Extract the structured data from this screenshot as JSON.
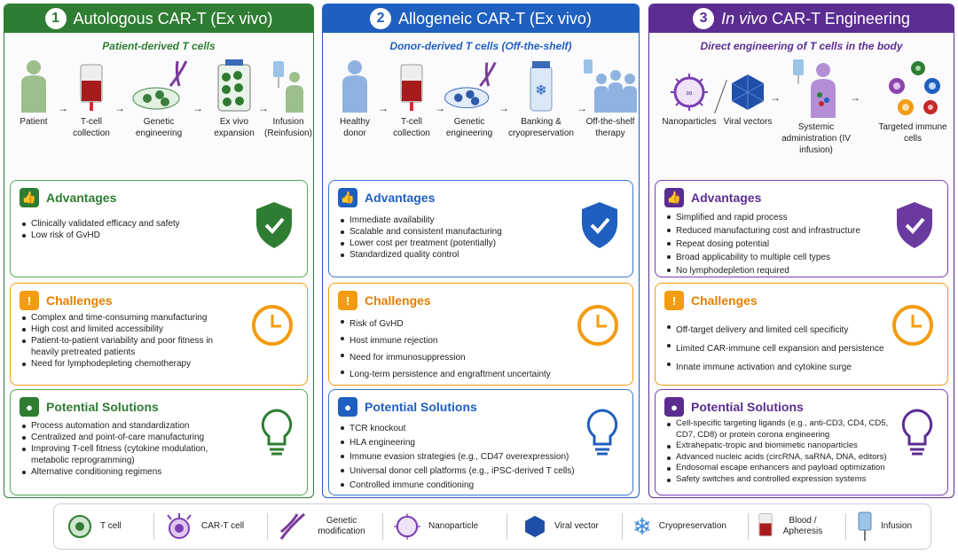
{
  "colors": {
    "green": "#2e7d32",
    "blue": "#1f5fbf",
    "purple": "#5b2d91",
    "orange": "#f39c12",
    "red": "#c62828"
  },
  "columns": [
    {
      "num": "1",
      "title": "Autologous CAR-T (Ex vivo)",
      "subtitle": "Patient-derived T cells",
      "steps": [
        "Patient",
        "T-cell collection",
        "Genetic engineering",
        "Ex vivo expansion",
        "Infusion (Reinfusion)"
      ],
      "advantages_title": "Advantages",
      "advantages": [
        "Clinically validated efficacy and safety",
        "Low risk of GvHD"
      ],
      "challenges_title": "Challenges",
      "challenges": [
        "Complex and time-consuming manufacturing",
        "High cost and limited accessibility",
        "Patient-to-patient variability and poor fitness in heavily pretreated patients",
        "Need for lymphodepleting chemotherapy"
      ],
      "solutions_title": "Potential Solutions",
      "solutions": [
        "Process automation and standardization",
        "Centralized and point-of-care manufacturing",
        "Improving T-cell fitness (cytokine modulation, metabolic reprogramming)",
        "Alternative conditioning regimens"
      ]
    },
    {
      "num": "2",
      "title": "Allogeneic CAR-T (Ex vivo)",
      "subtitle": "Donor-derived T cells (Off-the-shelf)",
      "steps": [
        "Healthy donor",
        "T-cell collection",
        "Genetic engineering",
        "Banking & cryopreservation",
        "Off-the-shelf therapy"
      ],
      "advantages_title": "Advantages",
      "advantages": [
        "Immediate availability",
        "Scalable and consistent manufacturing",
        "Lower cost per treatment (potentially)",
        "Standardized quality control"
      ],
      "challenges_title": "Challenges",
      "challenges": [
        "Risk of GvHD",
        "Host immune rejection",
        "Need for immunosuppression",
        "Long-term persistence and engraftment uncertainty"
      ],
      "solutions_title": "Potential Solutions",
      "solutions": [
        "TCR knockout",
        "HLA engineering",
        "Immune evasion strategies (e.g., CD47 overexpression)",
        "Universal donor cell platforms (e.g., iPSC-derived T cells)",
        "Controlled immune conditioning"
      ]
    },
    {
      "num": "3",
      "title_em": "In vivo",
      "title_rest": " CAR-T Engineering",
      "subtitle": "Direct engineering of T cells in the body",
      "steps": [
        "Nanoparticles",
        "Viral vectors",
        "Systemic administration (IV infusion)",
        "Targeted immune cells"
      ],
      "advantages_title": "Advantages",
      "advantages": [
        "Simplified and rapid process",
        "Reduced manufacturing cost and infrastructure",
        "Repeat dosing potential",
        "Broad applicability to multiple cell types",
        "No lymphodepletion required"
      ],
      "challenges_title": "Challenges",
      "challenges": [
        "Off-target delivery and limited cell specificity",
        "Limited CAR-immune cell expansion and persistence",
        "Innate immune activation and cytokine surge"
      ],
      "solutions_title": "Potential Solutions",
      "solutions": [
        "Cell-specific targeting ligands (e.g., anti-CD3, CD4, CD5, CD7, CD8) or protein corona engineering",
        "Extrahepatic-tropic and biomimetic nanoparticles",
        "Advanced nucleic acids (circRNA, saRNA, DNA, editors)",
        "Endosomal escape enhancers and payload optimization",
        "Safety switches and controlled expression systems"
      ]
    }
  ],
  "legend": [
    "T cell",
    "CAR-T cell",
    "Genetic modification",
    "Nanoparticle",
    "Viral vector",
    "Cryopreservation",
    "Blood / Apheresis",
    "Infusion"
  ]
}
